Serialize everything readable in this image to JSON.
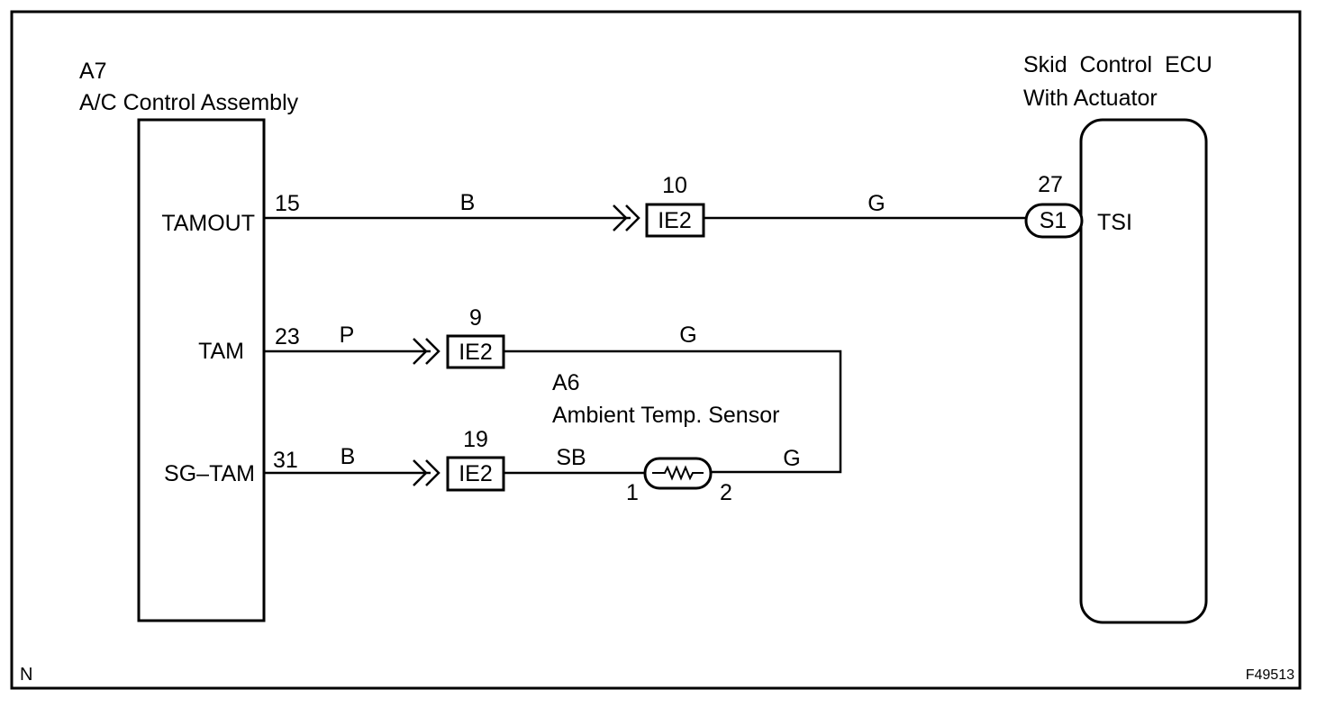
{
  "corner_mark": "N",
  "figure_code": "F49513",
  "ac_assembly": {
    "code": "A7",
    "name": "A/C Control Assembly",
    "terminals": [
      {
        "name": "TAMOUT",
        "pin": "15"
      },
      {
        "name": "TAM",
        "pin": "23"
      },
      {
        "name": "SG–TAM",
        "pin": "31"
      }
    ]
  },
  "skid_ecu": {
    "name_line1": "Skid  Control  ECU",
    "name_line2": "With Actuator",
    "pin": "27",
    "connector": "S1",
    "terminal": "TSI"
  },
  "sensor": {
    "code": "A6",
    "name": "Ambient Temp. Sensor",
    "pin_left": "1",
    "pin_right": "2"
  },
  "junctions": [
    {
      "label": "IE2",
      "pin": "10"
    },
    {
      "label": "IE2",
      "pin": "9"
    },
    {
      "label": "IE2",
      "pin": "19"
    }
  ],
  "wire_colors": {
    "tamout_left": "B",
    "tamout_right": "G",
    "tam_left": "P",
    "tam_right": "G",
    "sgtam_left": "B",
    "sgtam_mid": "SB",
    "sgtam_right": "G"
  }
}
